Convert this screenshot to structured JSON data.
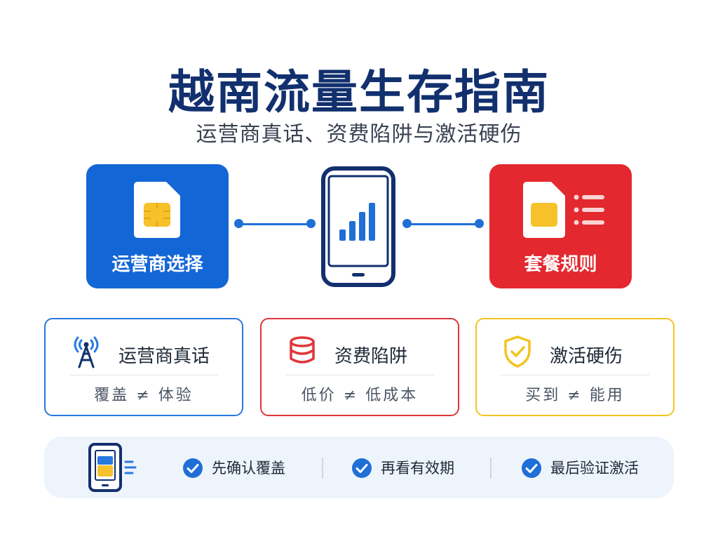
{
  "header": {
    "title": "越南流量生存指南",
    "subtitle": "运营商真话、资费陷阱与激活硬伤"
  },
  "flow": {
    "left_tile": {
      "label": "运营商选择",
      "icon": "sim-card-icon"
    },
    "center": {
      "icon": "phone-signal-icon"
    },
    "right_tile": {
      "label": "套餐规则",
      "icon": "sim-card-list-icon"
    }
  },
  "cards": [
    {
      "title": "运营商真话",
      "body": "覆盖 ≠ 体验",
      "icon": "signal-tower-icon",
      "accent": "#2878e0"
    },
    {
      "title": "资费陷阱",
      "body": "低价 ≠ 低成本",
      "icon": "coin-stack-icon",
      "accent": "#e0353b"
    },
    {
      "title": "激活硬伤",
      "body": "买到 ≠ 能用",
      "icon": "shield-check-icon",
      "accent": "#f3c320"
    }
  ],
  "steps": [
    {
      "label": "先确认覆盖",
      "icon": "check-circle-icon"
    },
    {
      "label": "再看有效期",
      "icon": "check-circle-icon"
    },
    {
      "label": "最后验证激活",
      "icon": "check-circle-icon"
    }
  ],
  "colors": {
    "blue": "#1366d6",
    "red": "#e3282f",
    "navy": "#12306e",
    "yellow": "#f3c320"
  }
}
